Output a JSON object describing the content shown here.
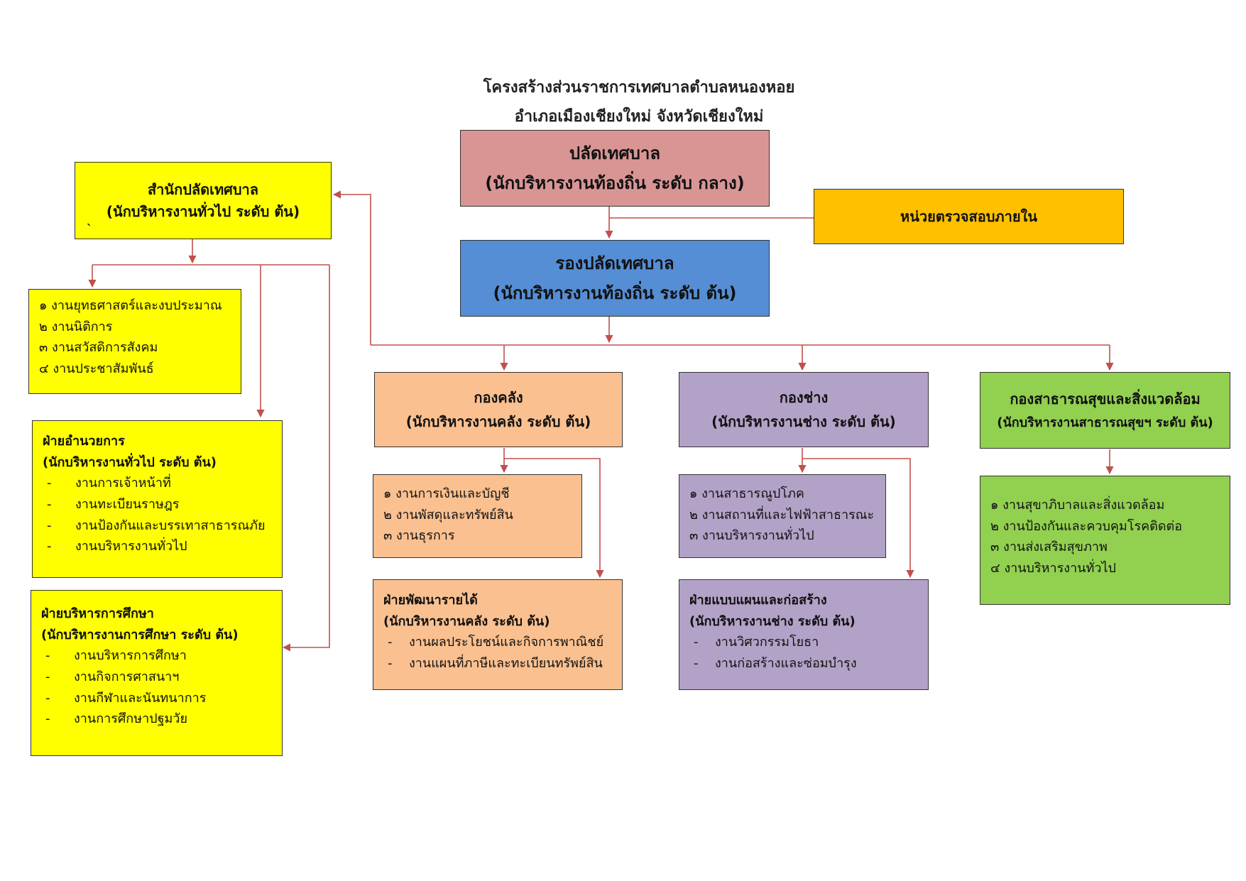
{
  "title": {
    "line1": "โครงสร้างส่วนราชการเทศบาลตำบลหนองหอย",
    "line2": "อำเภอเมืองเชียงใหม่  จังหวัดเชียงใหม่"
  },
  "colors": {
    "connector": "#c0504d",
    "yellow": "#ffff00",
    "pink": "#d99594",
    "blue": "#558ed5",
    "gold": "#ffc000",
    "peach": "#fac090",
    "purple": "#b3a2c7",
    "green": "#92d050"
  },
  "palat": {
    "title": "ปลัดเทศบาล",
    "subtitle": "(นักบริหารงานท้องถิ่น ระดับ กลาง)"
  },
  "audit": {
    "title": "หน่วยตรวจสอบภายใน"
  },
  "rong_palat": {
    "title": "รองปลัดเทศบาล",
    "subtitle": "(นักบริหารงานท้องถิ่น ระดับ ต้น)"
  },
  "office": {
    "title": "สำนักปลัดเทศบาล",
    "subtitle": "(นักบริหารงานทั่วไป ระดับ ต้น)",
    "mark": "`"
  },
  "office_tasks": {
    "items": [
      "๑ งานยุทธศาสตร์และงบประมาณ",
      "๒ งานนิติการ",
      "๓ งานสวัสดิการสังคม",
      "๔ งานประชาสัมพันธ์"
    ]
  },
  "admin_section": {
    "title": "ฝ่ายอำนวยการ",
    "subtitle": "(นักบริหารงานทั่วไป ระดับ ต้น)",
    "items": [
      "งานการเจ้าหน้าที่",
      "งานทะเบียนราษฎร",
      "งานป้องกันและบรรเทาสาธารณภัย",
      "งานบริหารงานทั่วไป"
    ]
  },
  "edu_section": {
    "title": "ฝ่ายบริหารการศึกษา",
    "subtitle": "(นักบริหารงานการศึกษา ระดับ ต้น)",
    "items": [
      "งานบริหารการศึกษา",
      "งานกิจการศาสนาฯ",
      "งานกีฬาและนันทนาการ",
      "งานการศึกษาปฐมวัย"
    ]
  },
  "finance": {
    "title": "กองคลัง",
    "subtitle": "(นักบริหารงานคลัง ระดับ ต้น)"
  },
  "finance_tasks": {
    "items": [
      "๑ งานการเงินและบัญชี",
      "๒ งานพัสดุและทรัพย์สิน",
      "๓ งานธุรการ"
    ]
  },
  "revenue_section": {
    "title": "ฝ่ายพัฒนารายได้",
    "subtitle": "(นักบริหารงานคลัง ระดับ ต้น)",
    "items": [
      "งานผลประโยชน์และกิจการพาณิชย์",
      "งานแผนที่ภาษีและทะเบียนทรัพย์สิน"
    ]
  },
  "engineering": {
    "title": "กองช่าง",
    "subtitle": "(นักบริหารงานช่าง ระดับ ต้น)"
  },
  "engineering_tasks": {
    "items": [
      "๑ งานสาธารณูปโภค",
      "๒ งานสถานที่และไฟฟ้าสาธารณะ",
      "๓ งานบริหารงานทั่วไป"
    ]
  },
  "design_section": {
    "title": "ฝ่ายแบบแผนและก่อสร้าง",
    "subtitle": "(นักบริหารงานช่าง ระดับ ต้น)",
    "items": [
      "งานวิศวกรรมโยธา",
      "งานก่อสร้างและซ่อมบำรุง"
    ]
  },
  "health": {
    "title": "กองสาธารณสุขและสิ่งแวดล้อม",
    "subtitle": "(นักบริหารงานสาธารณสุขฯ ระดับ ต้น)"
  },
  "health_tasks": {
    "items": [
      "๑ งานสุขาภิบาลและสิ่งแวดล้อม",
      "๒ งานป้องกันและควบคุมโรคติดต่อ",
      "๓ งานส่งเสริมสุขภาพ",
      "๔ งานบริหารงานทั่วไป"
    ]
  },
  "dash": "-"
}
